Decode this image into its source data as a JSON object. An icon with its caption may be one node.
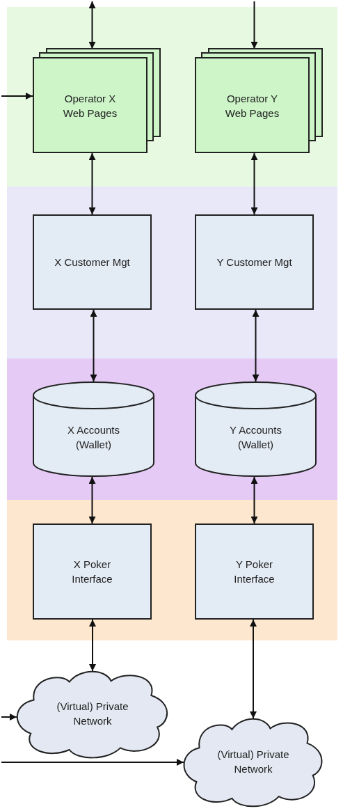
{
  "diagram": {
    "nodes": [
      {
        "text": [
          "Operator X Web Pages"
        ]
      },
      {
        "text": [
          "Operator Y Web Pages"
        ]
      },
      {
        "text": [
          "X Customer Mgt"
        ]
      },
      {
        "text": [
          "Y Customer Mgt"
        ]
      },
      {
        "text": [
          "X Accounts (Wallet)"
        ]
      },
      {
        "text": [
          "Y Accounts (Wallet)"
        ]
      },
      {
        "text": [
          "X Poker Interface"
        ]
      },
      {
        "text": [
          "Y Poker Interface"
        ]
      },
      {
        "text": [
          "(Virtual) Private Network"
        ]
      },
      {
        "text": [
          "(Virtual) Private Network"
        ]
      }
    ],
    "edges": [
      {
        "from": null,
        "to": 0,
        "arrow": "both"
      },
      {
        "from": null,
        "to": 1,
        "arrow": "to"
      },
      {
        "from": null,
        "to": 0,
        "arrow": "to"
      },
      {
        "from": 0,
        "to": 2,
        "arrow": "both"
      },
      {
        "from": 1,
        "to": 3,
        "arrow": "both"
      },
      {
        "from": 2,
        "to": 4,
        "arrow": "both"
      },
      {
        "from": 3,
        "to": 5,
        "arrow": "both"
      },
      {
        "from": 4,
        "to": 6,
        "arrow": "both"
      },
      {
        "from": 5,
        "to": 7,
        "arrow": "both"
      },
      {
        "from": 6,
        "to": 8,
        "arrow": "both"
      },
      {
        "from": 7,
        "to": 9,
        "arrow": "both"
      },
      {
        "from": null,
        "to": 8,
        "arrow": "to"
      },
      {
        "from": null,
        "to": 9,
        "arrow": "to"
      }
    ]
  }
}
